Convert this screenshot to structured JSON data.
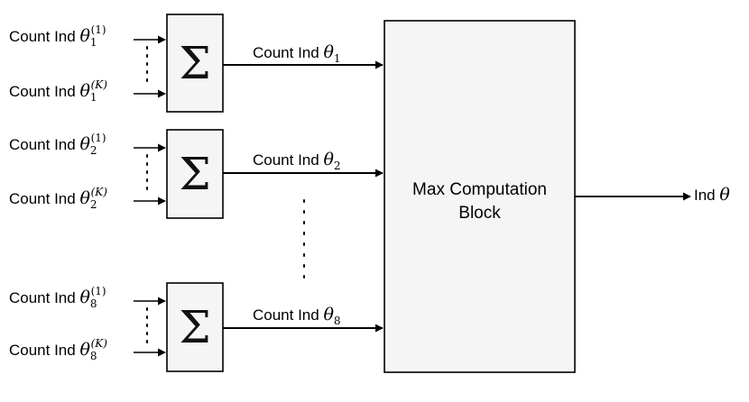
{
  "input_prefix": "Count Ind",
  "theta_symbol": "θ",
  "sum_symbol": "Σ",
  "groups": [
    {
      "index": "1",
      "top_sup": "(1)",
      "bottom_sup": "(K)",
      "output_label": "Count Ind"
    },
    {
      "index": "2",
      "top_sup": "(1)",
      "bottom_sup": "(K)",
      "output_label": "Count Ind"
    },
    {
      "index": "8",
      "top_sup": "(1)",
      "bottom_sup": "(K)",
      "output_label": "Count Ind"
    }
  ],
  "max_block": {
    "line1": "Max Computation",
    "line2": "Block"
  },
  "final_output": {
    "prefix": "Ind",
    "symbol": "θ"
  },
  "colors": {
    "block_fill": "#f5f5f5",
    "stroke": "#000000",
    "background": "#ffffff"
  }
}
